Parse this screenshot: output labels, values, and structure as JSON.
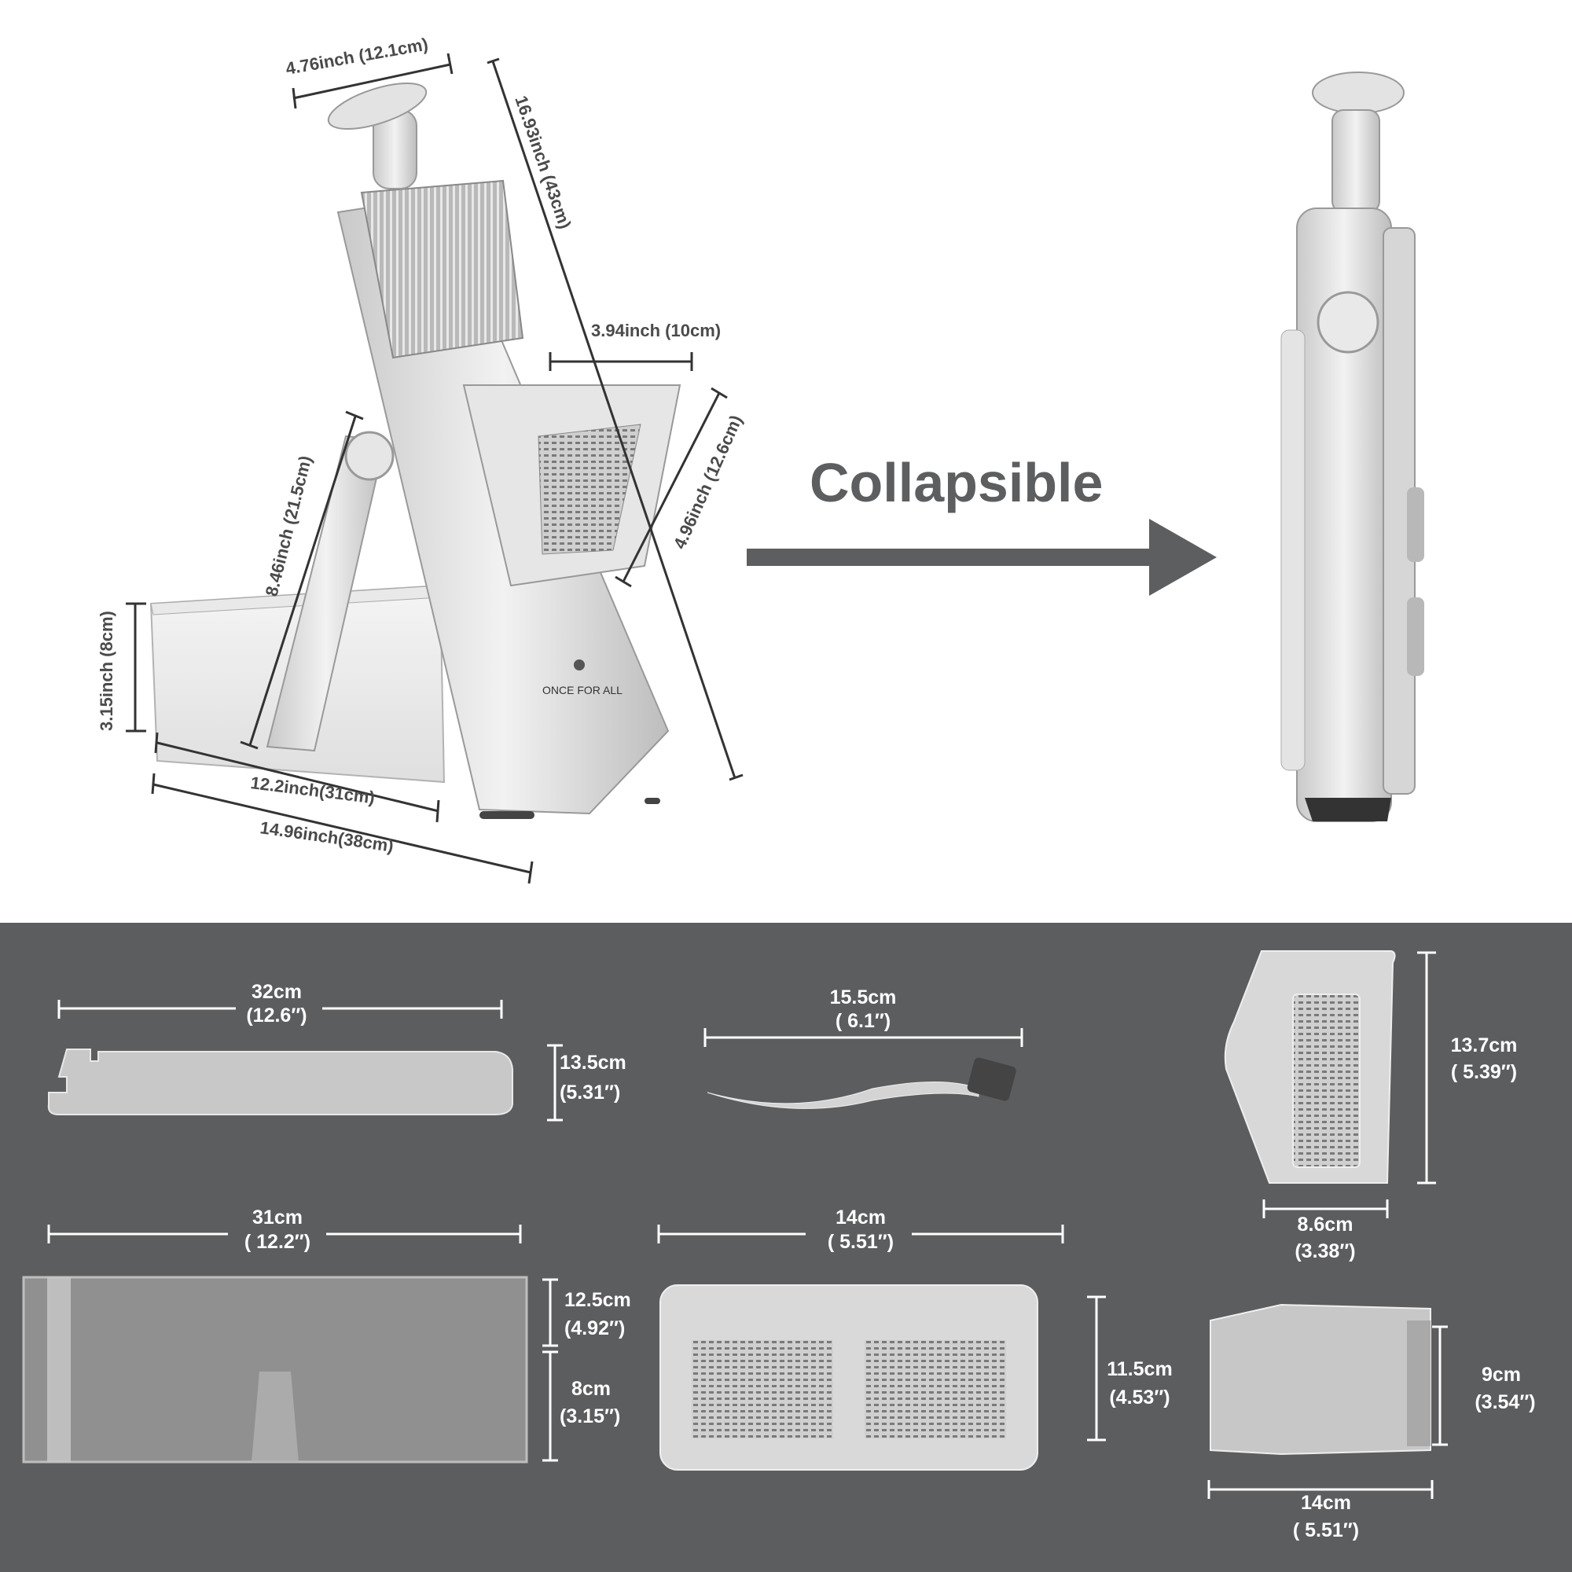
{
  "top": {
    "brand": "ONCE FOR ALL",
    "collapsible_label": "Collapsible",
    "dims": {
      "width_top": "4.76inch (12.1cm)",
      "height_total": "16.93inch (43cm)",
      "hopper_width": "3.94inch (10cm)",
      "hopper_height": "4.96inch (12.6cm)",
      "leg_height": "8.46inch (21.5cm)",
      "tray_height": "3.15inch (8cm)",
      "tray_length": "12.2inch(31cm)",
      "base_length": "14.96inch(38cm)"
    }
  },
  "parts": {
    "plate": {
      "w_cm": "32cm",
      "w_in": "(12.6″)",
      "h_cm": "13.5cm",
      "h_in": "(5.31″)"
    },
    "brush": {
      "w_cm": "15.5cm",
      "w_in": "( 6.1″)"
    },
    "grater": {
      "h_cm": "13.7cm",
      "h_in": "( 5.39″)",
      "w_cm": "8.6cm",
      "w_in": "(3.38″)"
    },
    "container": {
      "w_cm": "31cm",
      "w_in": "( 12.2″)",
      "h1_cm": "12.5cm",
      "h1_in": "(4.92″)",
      "h2_cm": "8cm",
      "h2_in": "(3.15″)"
    },
    "basket": {
      "w_cm": "14cm",
      "w_in": "( 5.51″)",
      "h_cm": "11.5cm",
      "h_in": "(4.53″)"
    },
    "holder": {
      "h_cm": "9cm",
      "h_in": "(3.54″)",
      "w_cm": "14cm",
      "w_in": "( 5.51″)"
    }
  },
  "colors": {
    "bottom_bg": "#5c5d5f",
    "arrow": "#5d5e60",
    "product": "#d9d9d9"
  }
}
